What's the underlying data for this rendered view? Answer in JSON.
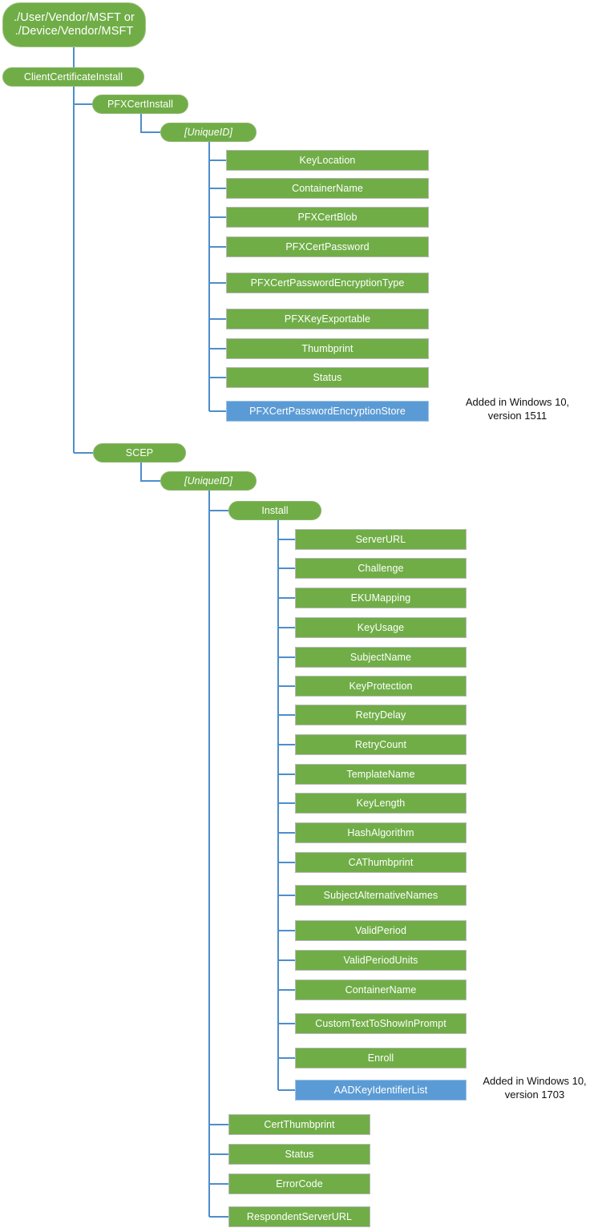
{
  "diagram": {
    "title_node": "./User/Vendor/MSFT or\n./Device/Vendor/MSFT",
    "colors": {
      "node_green": "#70ad47",
      "node_blue": "#5b9bd5",
      "connector_blue": "#4e8ecb",
      "node_text": "#ffffff",
      "annotation_text": "#111111",
      "background": "#ffffff"
    },
    "nodes": {
      "root": "./User/Vendor/MSFT or\n./Device/Vendor/MSFT",
      "client_certificate_install": "ClientCertificateInstall",
      "pfx_cert_install": "PFXCertInstall",
      "pfx_unique_id": "[UniqueID]",
      "scep": "SCEP",
      "scep_unique_id": "[UniqueID]",
      "scep_install": "Install"
    },
    "pfx_leaves": [
      {
        "label": "KeyLocation",
        "color": "green"
      },
      {
        "label": "ContainerName",
        "color": "green"
      },
      {
        "label": "PFXCertBlob",
        "color": "green"
      },
      {
        "label": "PFXCertPassword",
        "color": "green"
      },
      {
        "label": "PFXCertPasswordEncryptionType",
        "color": "green"
      },
      {
        "label": "PFXKeyExportable",
        "color": "green"
      },
      {
        "label": "Thumbprint",
        "color": "green"
      },
      {
        "label": "Status",
        "color": "green"
      },
      {
        "label": "PFXCertPasswordEncryptionStore",
        "color": "blue"
      }
    ],
    "scep_install_leaves": [
      {
        "label": "ServerURL",
        "color": "green"
      },
      {
        "label": "Challenge",
        "color": "green"
      },
      {
        "label": "EKUMapping",
        "color": "green"
      },
      {
        "label": "KeyUsage",
        "color": "green"
      },
      {
        "label": "SubjectName",
        "color": "green"
      },
      {
        "label": "KeyProtection",
        "color": "green"
      },
      {
        "label": "RetryDelay",
        "color": "green"
      },
      {
        "label": "RetryCount",
        "color": "green"
      },
      {
        "label": "TemplateName",
        "color": "green"
      },
      {
        "label": "KeyLength",
        "color": "green"
      },
      {
        "label": "HashAlgorithm",
        "color": "green"
      },
      {
        "label": "CAThumbprint",
        "color": "green"
      },
      {
        "label": "SubjectAlternativeNames",
        "color": "green"
      },
      {
        "label": "ValidPeriod",
        "color": "green"
      },
      {
        "label": "ValidPeriodUnits",
        "color": "green"
      },
      {
        "label": "ContainerName",
        "color": "green"
      },
      {
        "label": "CustomTextToShowInPrompt",
        "color": "green"
      },
      {
        "label": "Enroll",
        "color": "green"
      },
      {
        "label": "AADKeyIdentifierList",
        "color": "blue"
      }
    ],
    "scep_unique_id_leaves": [
      {
        "label": "CertThumbprint",
        "color": "green"
      },
      {
        "label": "Status",
        "color": "green"
      },
      {
        "label": "ErrorCode",
        "color": "green"
      },
      {
        "label": "RespondentServerURL",
        "color": "green"
      }
    ],
    "annotations": [
      {
        "text": "Added in Windows 10,\nversion 1511"
      },
      {
        "text": "Added in Windows 10,\nversion 1703"
      }
    ]
  }
}
